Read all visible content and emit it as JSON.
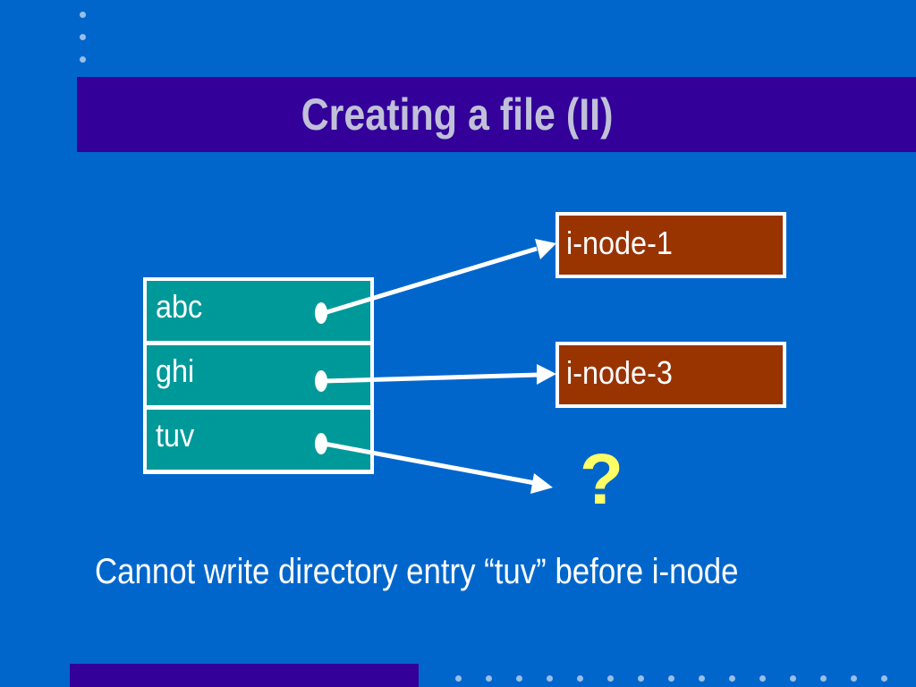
{
  "slide": {
    "title": "Creating a file (II)",
    "caption": "Cannot write directory entry “tuv” before i-node",
    "question_mark": "?"
  },
  "directory": {
    "entries": [
      {
        "name": "abc"
      },
      {
        "name": "ghi"
      },
      {
        "name": "tuv"
      }
    ]
  },
  "inodes": [
    {
      "label": "i-node-1"
    },
    {
      "label": "i-node-3"
    }
  ],
  "colors": {
    "background": "#0066CC",
    "title_band": "#330099",
    "title_text": "#C0C0D8",
    "directory_row": "#009999",
    "inode_box": "#993300",
    "question_mark": "#FFFF66",
    "decor_dots": "#9ABFE6"
  }
}
